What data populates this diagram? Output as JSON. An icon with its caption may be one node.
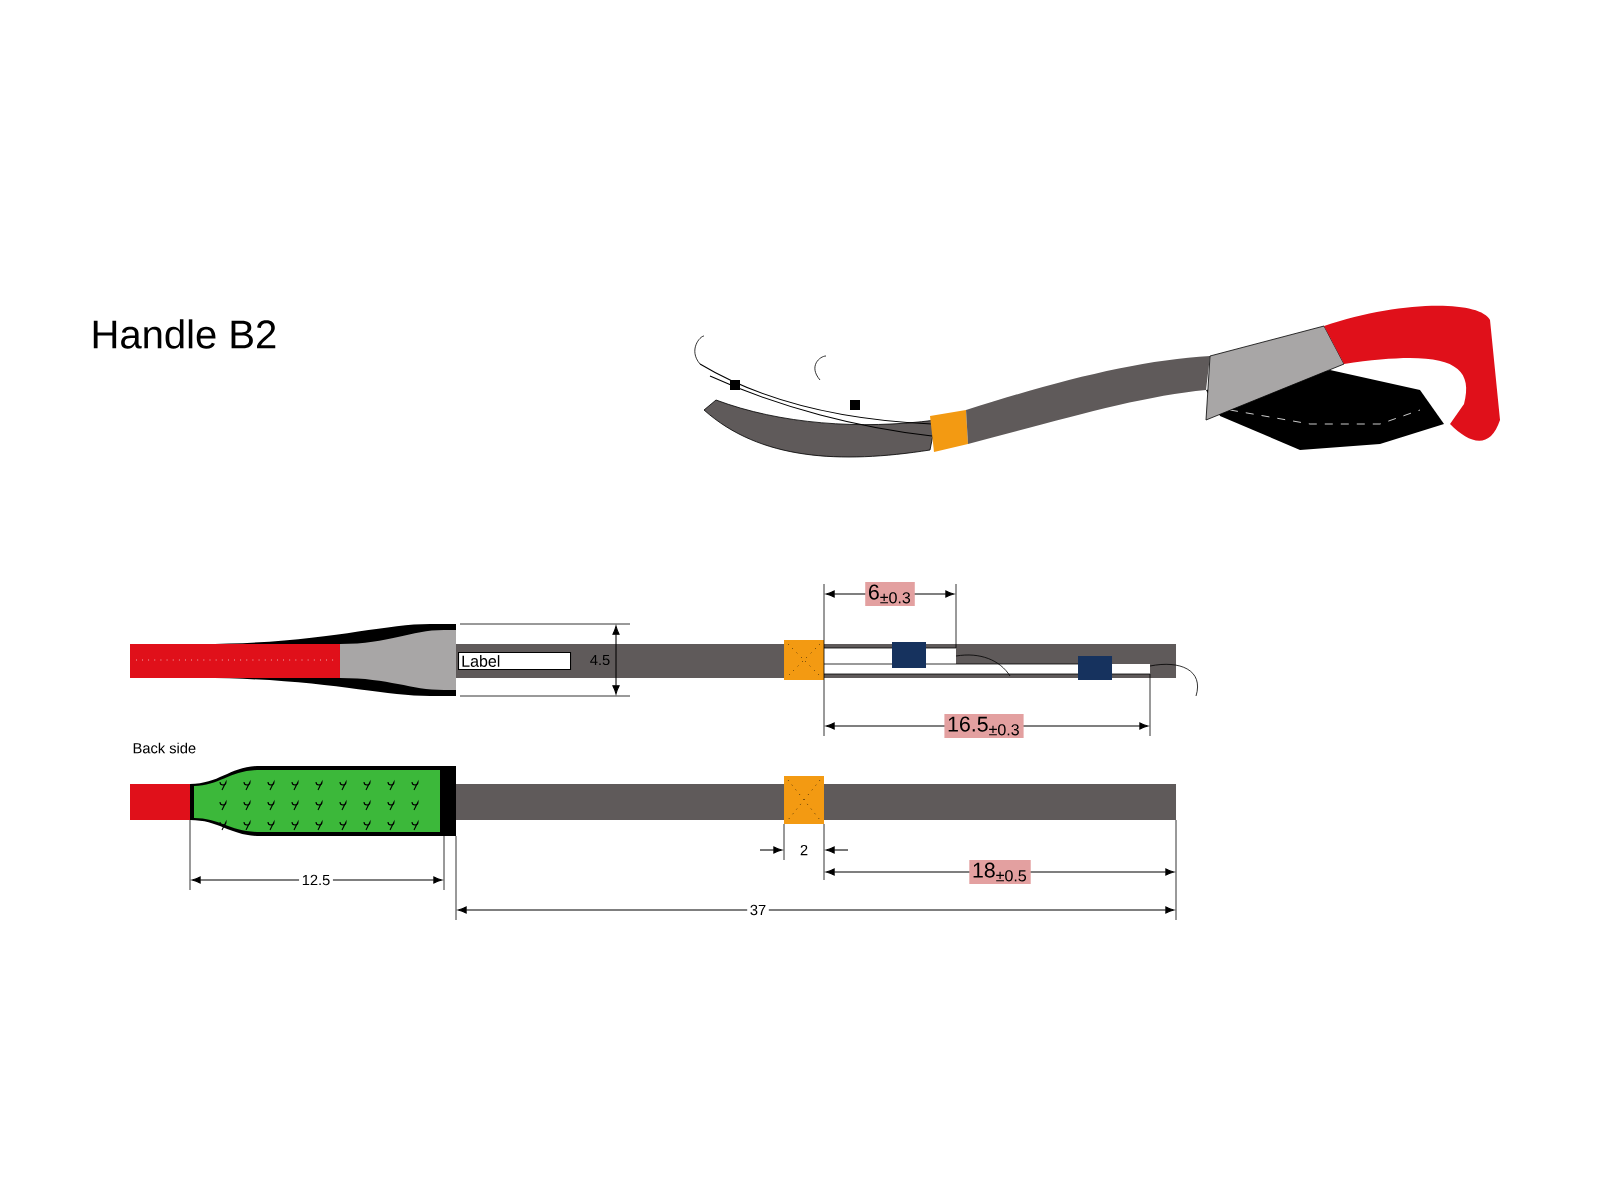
{
  "diagram": {
    "title": "Handle B2",
    "labels": [
      "6$_{±0.3}$",
      "Label",
      "4.5",
      "16.5$_{±0.3}$",
      "Back side",
      "2",
      "12.5",
      "18$_{±0.5}$",
      "37"
    ]
  }
}
